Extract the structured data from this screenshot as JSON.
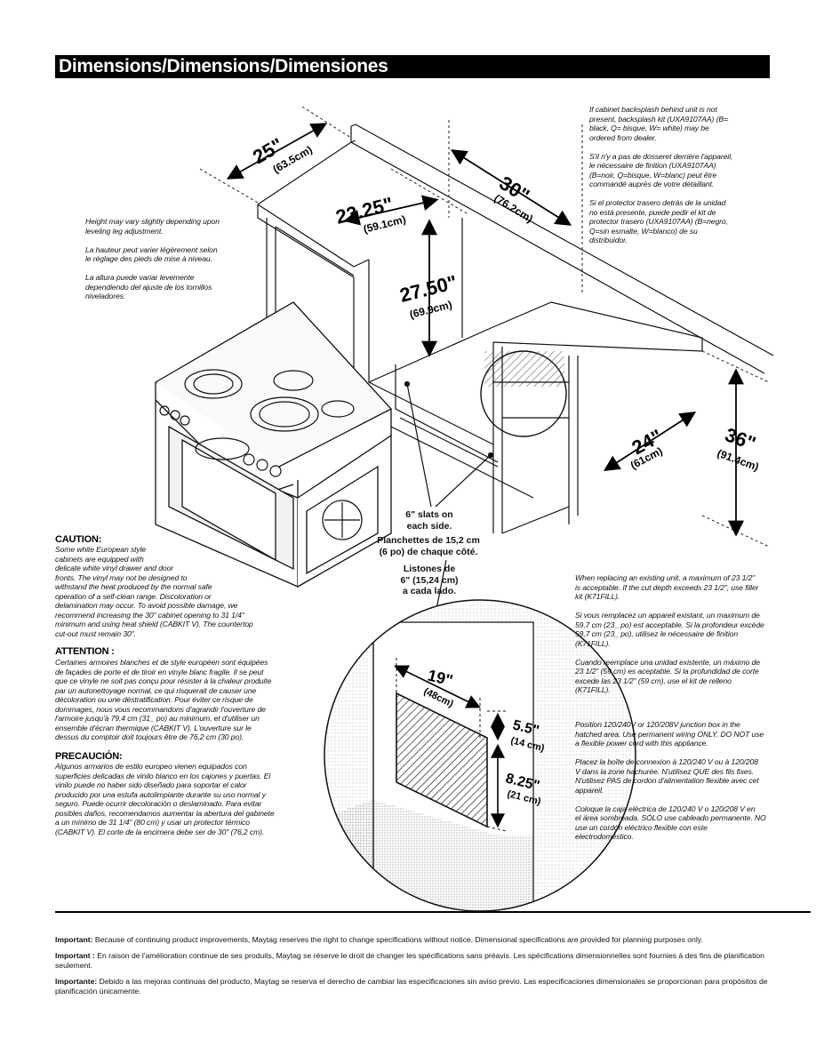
{
  "title": "Dimensions/Dimensions/Dimensiones",
  "dimensions": {
    "depth": {
      "imperial": "25\"",
      "metric": "(63.5cm)"
    },
    "cutout_depth": {
      "imperial": "23.25\"",
      "metric": "(59.1cm)"
    },
    "width": {
      "imperial": "30\"",
      "metric": "(76.2cm)"
    },
    "height_under": {
      "imperial": "27.50\"",
      "metric": "(69.9cm)"
    },
    "counter_depth": {
      "imperial": "24\"",
      "metric": "(61cm)"
    },
    "counter_height": {
      "imperial": "36\"",
      "metric": "(91.4cm)"
    },
    "box_width": {
      "imperial": "19\"",
      "metric": "(48cm)"
    },
    "box_offset": {
      "imperial": "5.5\"",
      "metric": "(14 cm)"
    },
    "box_height": {
      "imperial": "8.25\"",
      "metric": "(21 cm)"
    }
  },
  "notes": {
    "backsplash": "If cabinet backsplash behind unit is not\npresent, backsplash kit (UXA9107AA) (B=\nblack, Q= bisque, W= white) may be\nordered from dealer.\n\nS'il n'y a pas de dosseret derrière l'appareil,\nle nécessaire de finition (UXA9107AA)\n(B=noir, Q=bisque, W=blanc) peut être\ncommandé auprès de votre détaillant.\n\nSi el protector trasero detrás de la unidad\nno está presente, puede pedir el kit de\nprotector trasero (UXA9107AA) (B=negro,\nQ=sin esmalte, W=blanco) de su\ndistribuidor.",
    "height": "Height may vary slightly depending upon\nleveling leg adjustment.\n\nLa hauteur peut varier légèrement selon\nle réglage des pieds de mise à niveau.\n\nLa altura puede variar levemente\ndependiendo del ajuste de los tornillos\nniveladores.",
    "replacing": "When replacing an existing unit, a maximum of 23 1/2\"\nis acceptable. If the cut depth exceeds 23 1/2\", use filler\nkit (K71FILL).\n\nSi vous remplacez un appareil existant, un maximum de\n59,7 cm (23_ po) est acceptable. Si la profondeur excède\n59,7 cm (23_ po), utilisez le nécessaire de finition\n(K71FILL).\n\nCuando reemplace una unidad existente, un máximo de\n23 1/2\" (59 cm) es aceptable. Si la profundidad de corte\nexcede las 23 1/2\" (59 cm), use el kit de relleno\n(K71FILL).",
    "junction": "Position 120/240V or 120/208V junction box in the\nhatched area. Use permanent wiring ONLY. DO NOT use\na flexible power cord with this appliance.\n\nPlacez la boîte de connexion à 120/240 V ou à 120/208\nV dans la zone hachurée. N'utilisez QUE des fils fixes.\nN'utilisez PAS de cordon d'alimentation flexible avec cet\nappareil.\n\nColoque la caja eléctrica de 120/240 V o 120/208 V en\nel área sombreada. SÓLO use cableado permanente. NO\nuse un cordón eléctrico flexible con este\nelectrodoméstico."
  },
  "slats": {
    "en": "6\" slats on\neach side.",
    "fr": "Planchettes de 15,2 cm\n(6 po) de chaque côté.",
    "es": "Listones de\n6\" (15,24 cm)\na cada lado."
  },
  "caution": {
    "en_head": "CAUTION:",
    "en_body": "Some white European style\ncabinets are equipped with\ndelicate white vinyl drawer and door\nfronts. The vinyl may not be designed to\nwithstand the heat produced by the normal safe\noperation of a self-clean range. Discoloration or\ndelamination may occur. To avoid possible damage, we\nrecommend increasing the 30\" cabinet opening to 31 1/4\"\nminimum and using heat shield (CABKIT V). The countertop\ncut-out must remain 30\".",
    "fr_head": "ATTENTION :",
    "fr_body": "Certaines armoires blanches et de style européen sont équipées\nde façades de porte et de tiroir en vinyle blanc fragile. Il se peut\nque ce vinyle ne soit pas conçu pour résister à la chaleur produite\npar un autonettoyage normal, ce qui risquerait de causer une\ndécoloration ou une déstratification. Pour éviter ce risque de\ndommages, nous vous recommandons d'agrandir l'ouverture de\nl'armoire jusqu'à 79,4 cm (31_ po) au minimum, et d'utiliser un\nensemble d'écran thermique (CABKIT V). L'ouverture sur le\ndessus du comptoir doit toujours être de 76,2 cm (30 po).",
    "es_head": "PRECAUCIÓN:",
    "es_body": "Algunos armarios de estilo europeo vienen equipados con\nsuperficies delicadas de vinilo blanco en los cajones y puertas. El\nvinilo puede no haber sido diseñado para soportar el calor\nproducido por una estufa autolimpiante durante su uso normal y\nseguro. Puede ocurrir decoloración o deslaminado. Para evitar\nposibles daños, recomendamos aumentar la abertura del gabinete\na un mínimo de 31 1/4\" (80 cm) y usar un protector térmico\n(CABKIT V). El corte de la encimera debe ser de 30\" (76,2 cm)."
  },
  "footer": {
    "en_label": "Important:",
    "en_text": "Because of continuing product improvements, Maytag reserves the right to change specifications without notice. Dimensional specifications are provided for planning purposes only.",
    "fr_label": "Important :",
    "fr_text": "En raison de l'amélioration continue de ses produits, Maytag se réserve le droit de changer les spécifications sans préavis. Les spécifications dimensionnelles sont fournies à des fins de planification seulement.",
    "es_label": "Importante:",
    "es_text": "Debido a las mejoras continuas del producto, Maytag se reserva el derecho de cambiar las especificaciones sin aviso previo. Las especificaciones dimensionales se proporcionan para propósitos de planificación únicamente."
  }
}
